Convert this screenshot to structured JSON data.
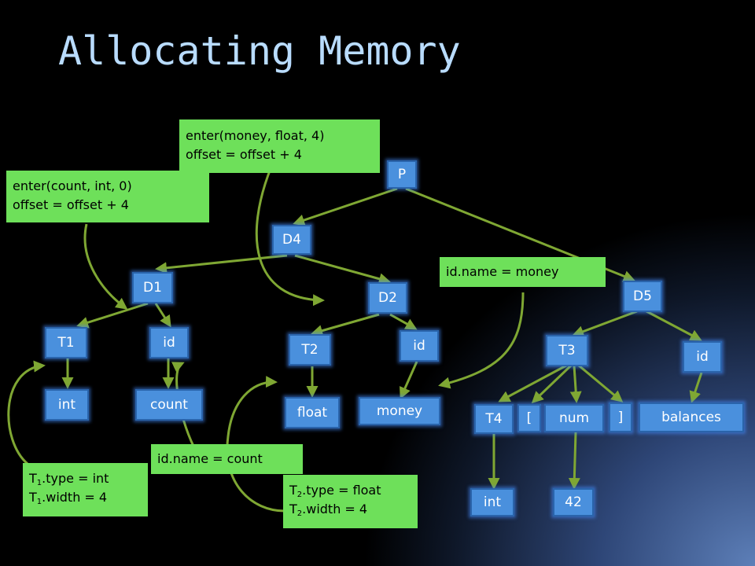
{
  "title": "Allocating Memory",
  "colors": {
    "node_fill": "#4a90dd",
    "node_border": "#2a64ab",
    "note_fill": "#6ee05a",
    "edge": "#7fa733",
    "title": "#b9dcff"
  },
  "nodes": {
    "P": "P",
    "D4": "D4",
    "D1": "D1",
    "D2": "D2",
    "D5": "D5",
    "T1": "T1",
    "id1": "id",
    "T2": "T2",
    "id2": "id",
    "T3": "T3",
    "id3": "id",
    "int1": "int",
    "count": "count",
    "float": "float",
    "money": "money",
    "T4": "T4",
    "lbracket": "[",
    "num": "num",
    "rbracket": "]",
    "balances": "balances",
    "int2": "int",
    "n42": "42"
  },
  "notes": {
    "enter_money": {
      "line1": "enter(money, float, 4)",
      "line2": "offset = offset + 4"
    },
    "enter_count": {
      "line1": "enter(count, int, 0)",
      "line2": "offset = offset + 4"
    },
    "idname_money": {
      "line1": "id.name = money"
    },
    "idname_count": {
      "line1": "id.name = count"
    },
    "t1_attrs": {
      "t1": "T",
      "sub": "1",
      "type_rest": ".type = int",
      "width_rest": ".width = 4"
    },
    "t2_attrs": {
      "t2": "T",
      "sub": "2",
      "type_rest": ".type = float",
      "width_rest": ".width = 4"
    }
  }
}
